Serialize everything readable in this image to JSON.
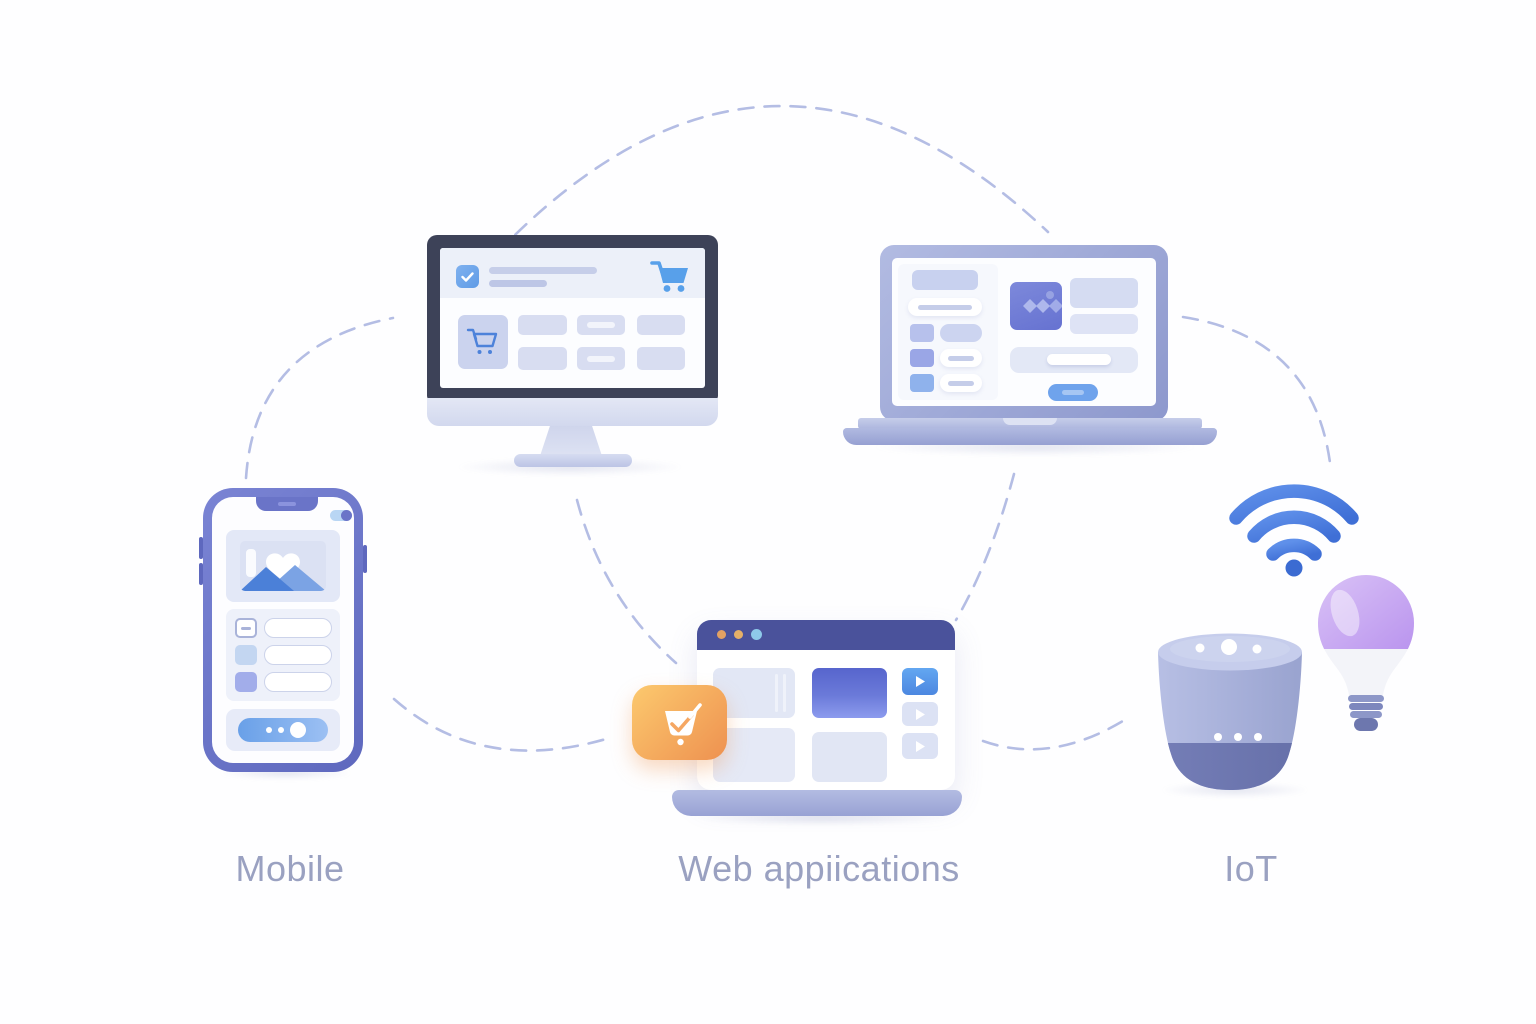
{
  "diagram": {
    "title_hint": "connected platforms illustration",
    "nodes": [
      {
        "id": "mobile",
        "label": "Mobile",
        "devices": [
          "smartphone"
        ]
      },
      {
        "id": "web",
        "label": "Web appiications",
        "devices": [
          "desktop-monitor",
          "laptop",
          "browser-window",
          "shopping-badge"
        ]
      },
      {
        "id": "iot",
        "label": "IoT",
        "devices": [
          "wifi-signal",
          "smart-bulb",
          "smart-speaker"
        ]
      }
    ],
    "connections": [
      "monitor-to-laptop",
      "phone-to-monitor",
      "monitor-to-browser",
      "laptop-to-browser",
      "laptop-to-wifi",
      "browser-to-speaker",
      "phone-to-badge"
    ]
  },
  "icons": {
    "checkmark": "✓",
    "shopping_cart": "🛒",
    "shopping_basket_check": "🧺✓",
    "play": "▶",
    "wifi": "📶",
    "lightbulb": "💡",
    "smart_speaker": "🔊",
    "heart_image_placeholder": "♥",
    "browser_window_dots": "● ● ●",
    "toggle_switch": "⬤"
  },
  "colors": {
    "background": "#fefeff",
    "label_text": "#9aa1c1",
    "dashed_connector": "#b4bde4",
    "monitor_bezel": "#3d4258",
    "accent_blue": "#58a0ea",
    "periwinkle_frame": "#6a74c8",
    "lavender_tile": "#d8ddf1",
    "browser_bar_indigo": "#4a529b",
    "browser_dot_orange_1": "#e2a163",
    "browser_dot_orange_2": "#e5b068",
    "browser_dot_cyan": "#8ec9ea",
    "badge_orange_start": "#fcc96e",
    "badge_orange_end": "#ee9150",
    "wifi_blue": "#4a7de0",
    "bulb_purple": "#c5a4f1",
    "speaker_body": "#a7b0d9",
    "speaker_band": "#6e78b1"
  }
}
